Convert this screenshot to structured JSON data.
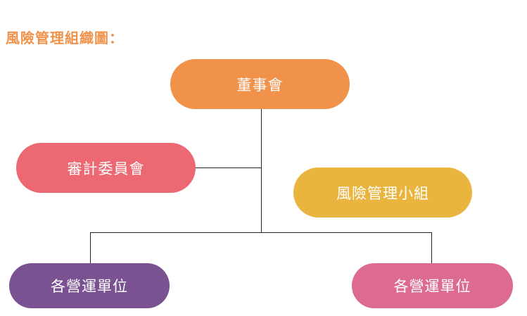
{
  "title": "風險管理組織圖：",
  "nodes": {
    "board": "董事會",
    "audit_committee": "審計委員會",
    "risk_team": "風險管理小組",
    "unit_left": "各營運單位",
    "unit_right": "各營運單位"
  },
  "colors": {
    "title": "#f0924a",
    "board": "#f0924a",
    "audit_committee": "#ec6973",
    "risk_team": "#e9b53e",
    "unit_left": "#7a5191",
    "unit_right": "#dd6a8f",
    "connector": "#222222"
  }
}
